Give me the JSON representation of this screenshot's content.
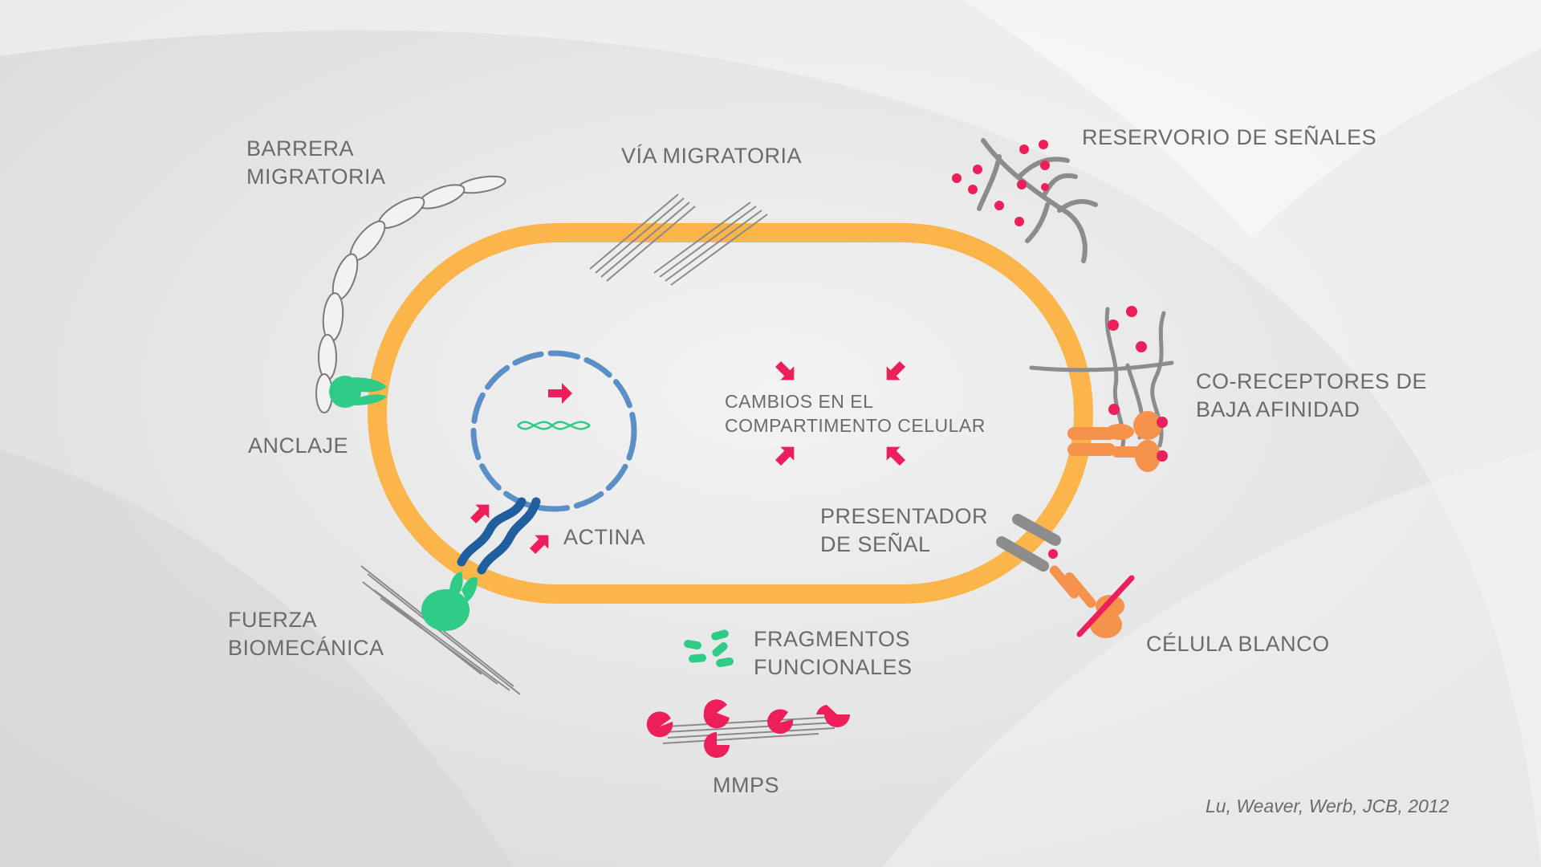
{
  "labels": {
    "barrera_line1": "BARRERA",
    "barrera_line2": "MIGRATORIA",
    "via_migratoria": "VÍA MIGRATORIA",
    "reservorio": "RESERVORIO DE SEÑALES",
    "coreceptores_line1": "CO-RECEPTORES DE",
    "coreceptores_line2": "BAJA AFINIDAD",
    "anclaje": "ANCLAJE",
    "cambios_line1": "CAMBIOS EN EL",
    "cambios_line2": "COMPARTIMENTO CELULAR",
    "actina": "ACTINA",
    "presentador_line1": "PRESENTADOR",
    "presentador_line2": "DE SEÑAL",
    "fuerza_line1": "FUERZA",
    "fuerza_line2": "BIOMECÁNICA",
    "fragmentos_line1": "FRAGMENTOS",
    "fragmentos_line2": "FUNCIONALES",
    "celula_blanco": "CÉLULA BLANCO",
    "mmps": "MMPS"
  },
  "citation": "Lu, Weaver, Werb, JCB, 2012",
  "colors": {
    "background": "#e9e9e9",
    "membrane": "#fbb54a",
    "nucleus": "#5b8fc8",
    "actin": "#1f5fa0",
    "arrows": "#ec1f5a",
    "dots": "#ec1f5a",
    "green_anchor": "#2ecc86",
    "orange_receptor": "#f5924c",
    "fibers": "#8a8a8a",
    "text": "#6b6b6b"
  },
  "icons": [
    "collagen-barrier-icon",
    "fiber-bundle-icon",
    "ecm-network-icon",
    "dna-icon",
    "anchor-protein-icon",
    "receptor-icon",
    "mmp-pacman-icon",
    "fragment-icon"
  ]
}
